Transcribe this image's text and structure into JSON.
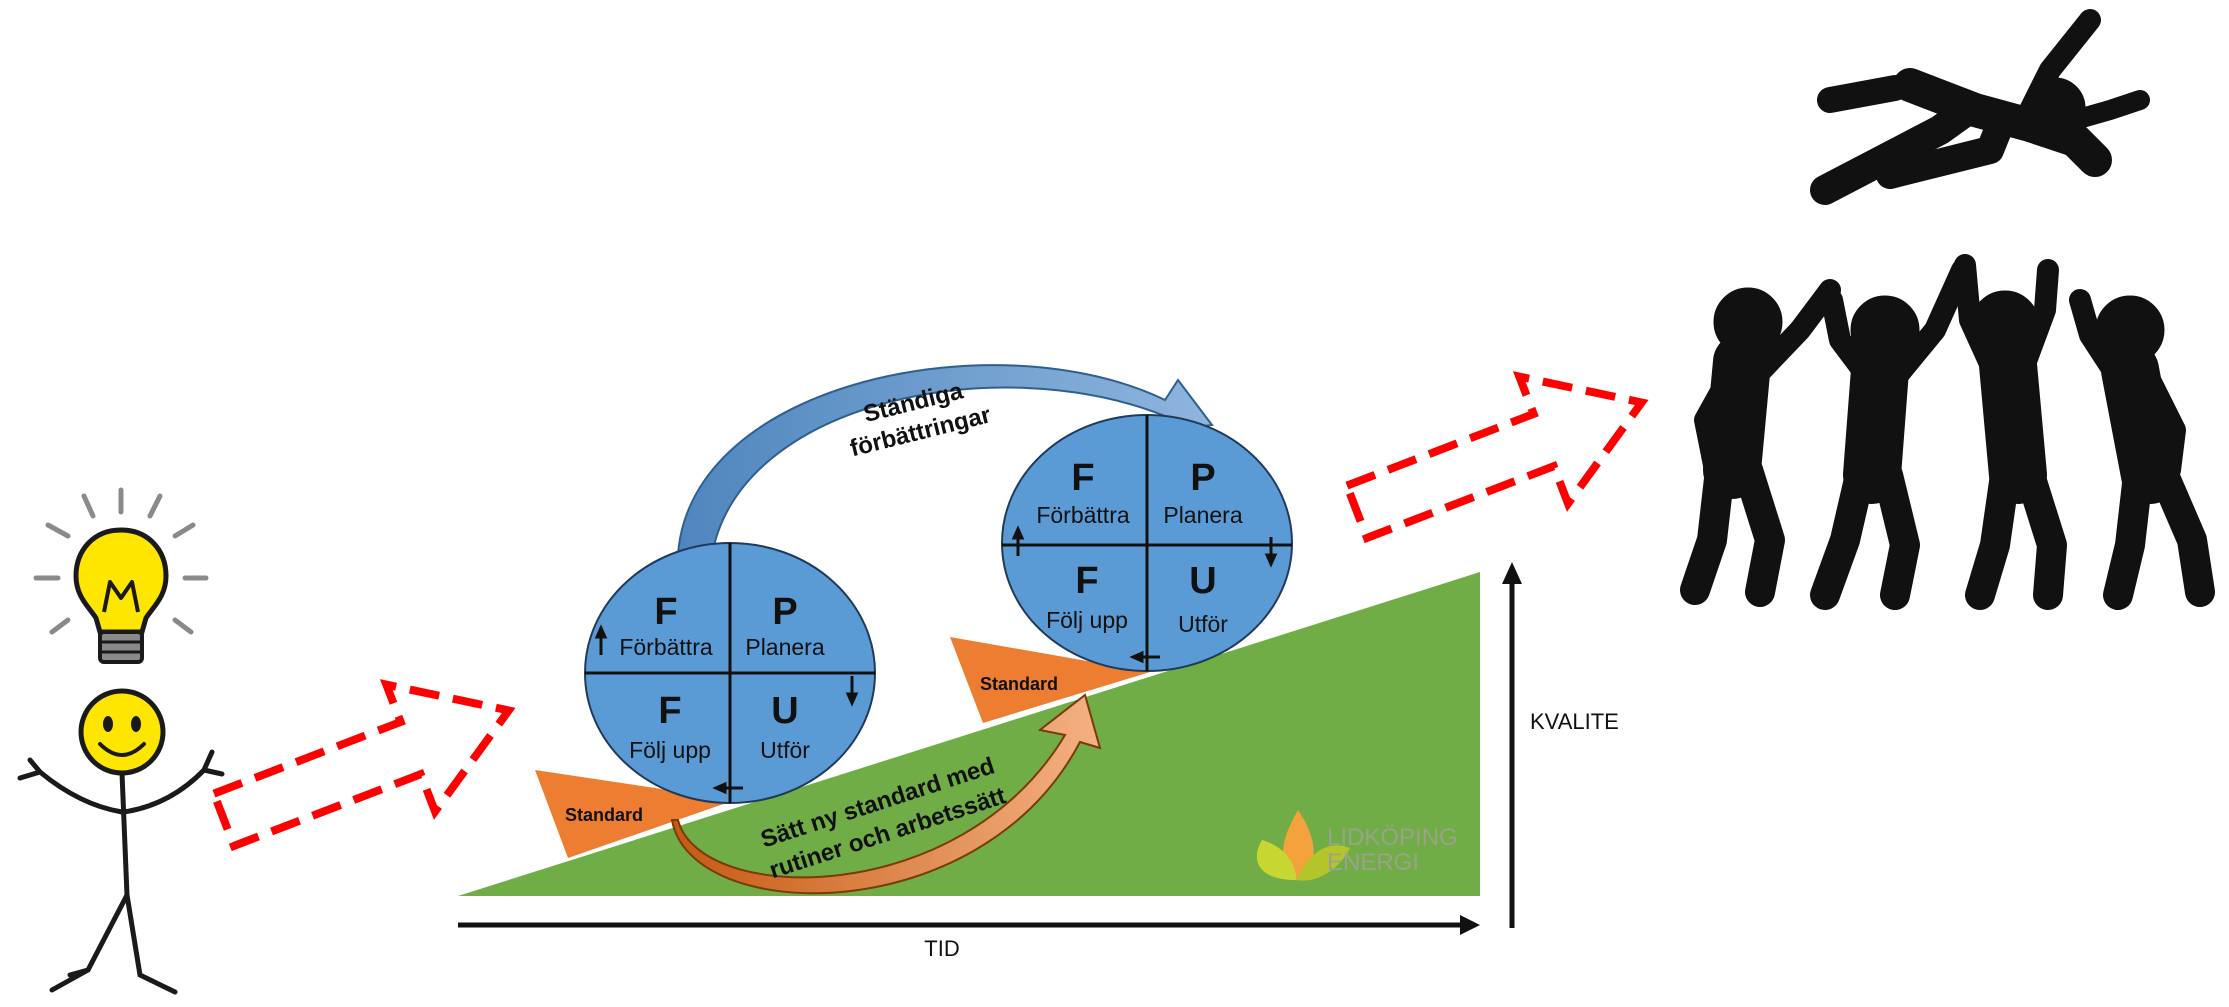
{
  "curved_arrow_label": [
    "Ständiga",
    "förbättringar"
  ],
  "lower_cycle": {
    "top_left_letter": "F",
    "top_left_word": "Förbättra",
    "top_right_letter": "P",
    "top_right_word": "Planera",
    "bottom_left_letter": "F",
    "bottom_left_word": "Följ upp",
    "bottom_right_letter": "U",
    "bottom_right_word": "Utför"
  },
  "upper_cycle": {
    "top_left_letter": "F",
    "top_left_word": "Förbättra",
    "top_right_letter": "P",
    "top_right_word": "Planera",
    "bottom_left_letter": "F",
    "bottom_left_word": "Följ upp",
    "bottom_right_letter": "U",
    "bottom_right_word": "Utför"
  },
  "wedges": {
    "lower": "Standard",
    "upper": "Standard"
  },
  "standard_arrow_label": [
    "Sätt ny standard med",
    "rutiner och arbetssätt"
  ],
  "axes": {
    "x_label": "TID",
    "y_label": "KVALITE"
  },
  "logo": {
    "line1": "LIDKÖPING",
    "line2": "ENERGI"
  },
  "colors": {
    "slope": "#70ad47",
    "cycle": "#5b9bd5",
    "wedge": "#ed7d31",
    "dashed_arrow": "#ff0000",
    "bulb": "#ffe600"
  },
  "icons": [
    "lightbulb-icon",
    "stick-figure-icon",
    "celebrating-team-icon",
    "jumping-person-icon"
  ]
}
